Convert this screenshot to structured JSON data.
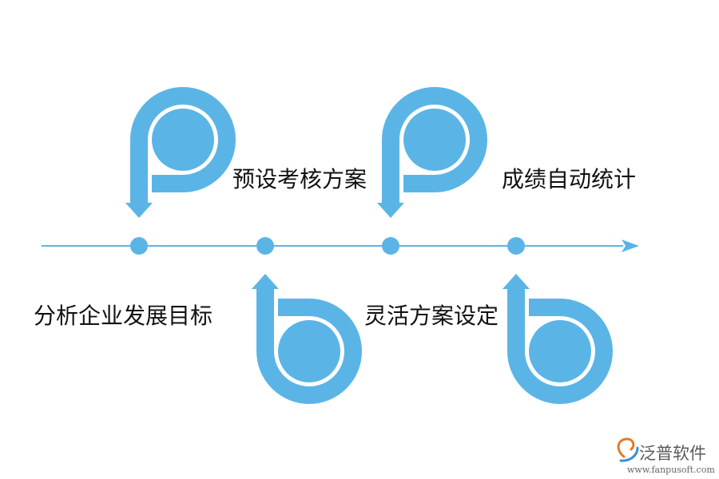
{
  "steps": [
    {
      "label": "分析企业发展目标",
      "position": "below"
    },
    {
      "label": "预设考核方案",
      "position": "above"
    },
    {
      "label": "灵活方案设定",
      "position": "below"
    },
    {
      "label": "成绩自动统计",
      "position": "above"
    }
  ],
  "colors": {
    "accent": "#5ab5e6",
    "text": "#111111"
  },
  "brand": {
    "name": "泛普软件",
    "url": "www.fanpusoft.com",
    "icon": "fanpu-logo-icon"
  }
}
